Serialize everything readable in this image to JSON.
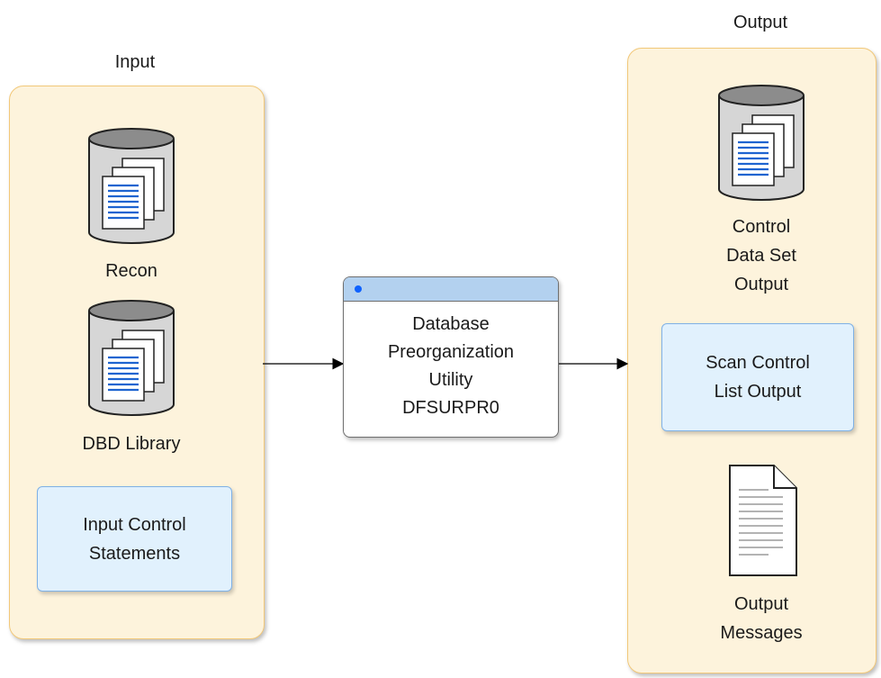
{
  "input_group": {
    "title": "Input",
    "items": [
      {
        "type": "database",
        "label": "Recon",
        "icon": "database-documents-icon"
      },
      {
        "type": "database",
        "label": "DBD Library",
        "icon": "database-documents-icon"
      },
      {
        "type": "note",
        "label": "Input Control\nStatements"
      }
    ]
  },
  "process": {
    "label": "Database\nPreorganization\nUtility\nDFSURPR0",
    "icon": "window-icon"
  },
  "output_group": {
    "title": "Output",
    "items": [
      {
        "type": "database",
        "label": "Control\nData Set\nOutput",
        "icon": "database-documents-icon"
      },
      {
        "type": "note",
        "label": "Scan Control\nList Output"
      },
      {
        "type": "document",
        "label": "Output\nMessages",
        "icon": "document-icon"
      }
    ]
  },
  "colors": {
    "panel_fill": "#fdf3dc",
    "panel_border": "#f2c879",
    "note_fill": "#e1f1fd",
    "note_border": "#7fb1e6",
    "window_bar": "#b3d1ef",
    "accent_dot": "#0f62fe",
    "cylinder_fill": "#d6d6d6"
  }
}
